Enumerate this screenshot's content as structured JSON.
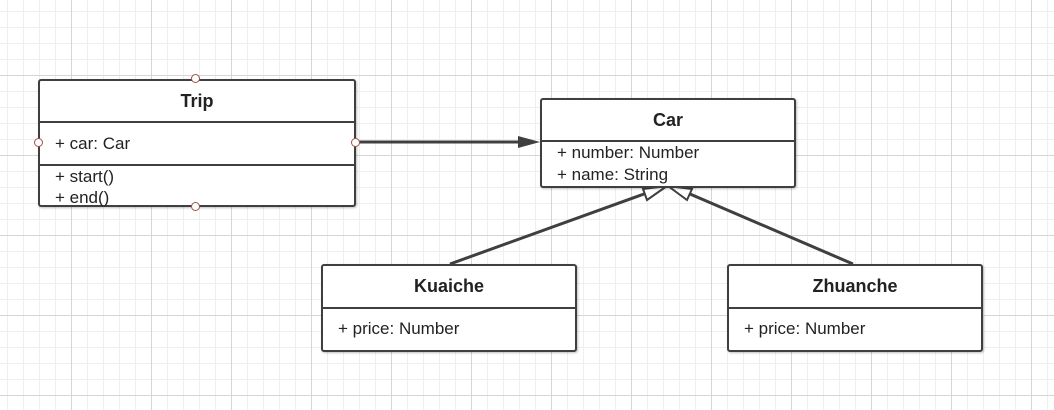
{
  "diagram": {
    "classes": {
      "trip": {
        "name": "Trip",
        "attributes": [
          "+ car: Car"
        ],
        "methods": [
          "+ start()",
          "+ end()"
        ]
      },
      "car": {
        "name": "Car",
        "attributes": [
          "+ number: Number",
          "+ name: String"
        ]
      },
      "kuaiche": {
        "name": "Kuaiche",
        "attributes": [
          "+ price: Number"
        ]
      },
      "zhuanche": {
        "name": "Zhuanche",
        "attributes": [
          "+ price: Number"
        ]
      }
    },
    "relations": [
      {
        "from": "Trip",
        "to": "Car",
        "type": "association"
      },
      {
        "from": "Kuaiche",
        "to": "Car",
        "type": "generalization"
      },
      {
        "from": "Zhuanche",
        "to": "Car",
        "type": "generalization"
      }
    ],
    "colors": {
      "border": "#3f3f3f",
      "grid_major": "#d6d6d6",
      "grid_minor": "#efefef",
      "handle": "#a0524e"
    }
  }
}
